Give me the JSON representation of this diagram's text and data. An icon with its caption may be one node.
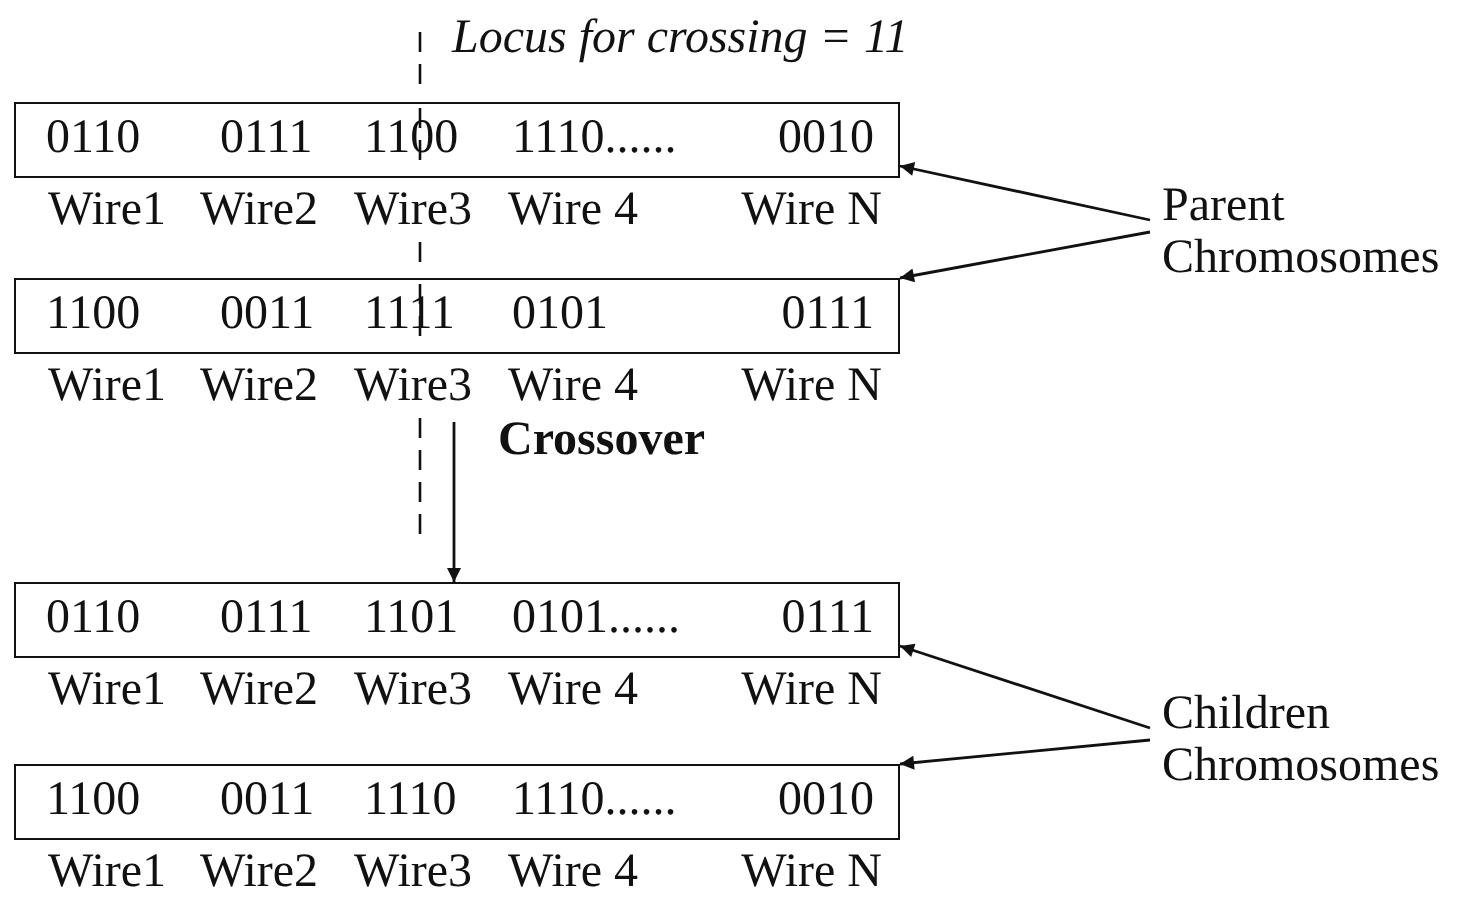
{
  "diagram": {
    "nodes": [
      {
        "text": [
          "0110",
          "0111",
          "1100",
          "1110......",
          "0010"
        ],
        "beside": [
          "Wire1",
          "Wire2",
          "Wire3",
          "Wire 4",
          "Wire N"
        ]
      },
      {
        "text": [
          "Parent Chromosomes"
        ]
      },
      {
        "text": [
          "1100",
          "0011",
          "1111",
          "0101",
          "0111"
        ],
        "beside": [
          "Wire1",
          "Wire2",
          "Wire3",
          "Wire 4",
          "Wire N"
        ]
      },
      {
        "text": [
          "0110",
          "0111",
          "1101",
          "0101......",
          "0111"
        ],
        "beside": [
          "Wire1",
          "Wire2",
          "Wire3",
          "Wire 4",
          "Wire N"
        ]
      },
      {
        "text": [
          "Children Chromosomes"
        ]
      },
      {
        "text": [
          "1100",
          "0011",
          "1110",
          "1110......",
          "0010"
        ],
        "beside": [
          "Wire1",
          "Wire2",
          "Wire3",
          "Wire 4",
          "Wire N"
        ]
      }
    ],
    "edges": [
      {
        "from": 1,
        "to": 0,
        "arrow": "to"
      },
      {
        "from": 1,
        "to": 2,
        "arrow": "to"
      },
      {
        "from": 2,
        "to": 3,
        "label": "Crossover",
        "arrow": "to"
      },
      {
        "from": 4,
        "to": 3,
        "arrow": "to"
      },
      {
        "from": 4,
        "to": 5,
        "arrow": "to"
      }
    ],
    "labels": [
      "Locus for crossing = 11"
    ]
  }
}
